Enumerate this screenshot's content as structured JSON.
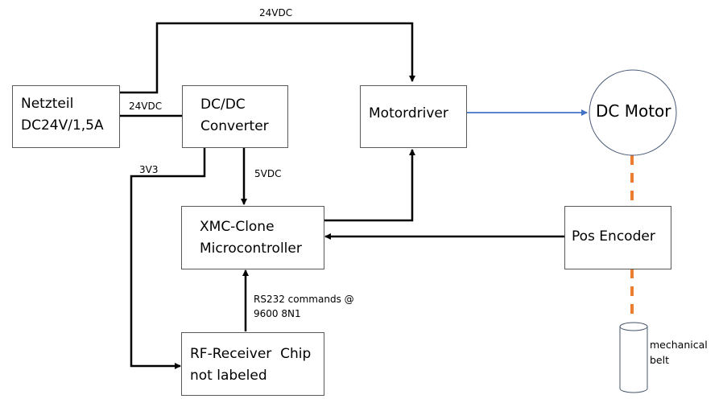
{
  "diagram": {
    "title": "",
    "colors": {
      "wire": "#000000",
      "box_border": "#595959",
      "motor_link": "#4472c4",
      "mechanical_link": "#ed7d31"
    },
    "blocks": {
      "netzteil": {
        "line1": "Netzteil",
        "line2": "DC24V/1,5A"
      },
      "dcdc": {
        "line1": "DC/DC",
        "line2": "Converter"
      },
      "motordriver": {
        "line1": "Motordriver"
      },
      "dc_motor": {
        "line1": "DC Motor"
      },
      "mcu": {
        "line1": "XMC-Clone",
        "line2": "Microcontroller"
      },
      "encoder": {
        "line1": "Pos Encoder"
      },
      "rf": {
        "line1": "RF-Receiver  Chip",
        "line2": "not labeled"
      },
      "belt": {
        "line1": "mechanical",
        "line2": "belt"
      }
    },
    "connection_labels": {
      "top_24vdc": "24VDC",
      "side_24vdc": "24VDC",
      "rail_3v3": "3V3",
      "rail_5vdc": "5VDC",
      "rs232_line1": "RS232 commands @",
      "rs232_line2": "9600 8N1"
    },
    "connections": [
      {
        "from": "netzteil",
        "to": "motordriver",
        "label": "24VDC"
      },
      {
        "from": "netzteil",
        "to": "dcdc",
        "label": "24VDC"
      },
      {
        "from": "dcdc",
        "to": "mcu",
        "label": "5VDC"
      },
      {
        "from": "dcdc",
        "to": "rf",
        "label": "3V3"
      },
      {
        "from": "mcu",
        "to": "motordriver",
        "label": ""
      },
      {
        "from": "encoder",
        "to": "mcu",
        "label": ""
      },
      {
        "from": "rf",
        "to": "mcu",
        "label": "RS232 commands @ 9600 8N1"
      },
      {
        "from": "motordriver",
        "to": "dc_motor",
        "label": ""
      },
      {
        "from": "dc_motor",
        "to": "encoder",
        "label": "",
        "style": "dashed"
      },
      {
        "from": "encoder",
        "to": "belt",
        "label": "",
        "style": "dashed"
      }
    ]
  }
}
